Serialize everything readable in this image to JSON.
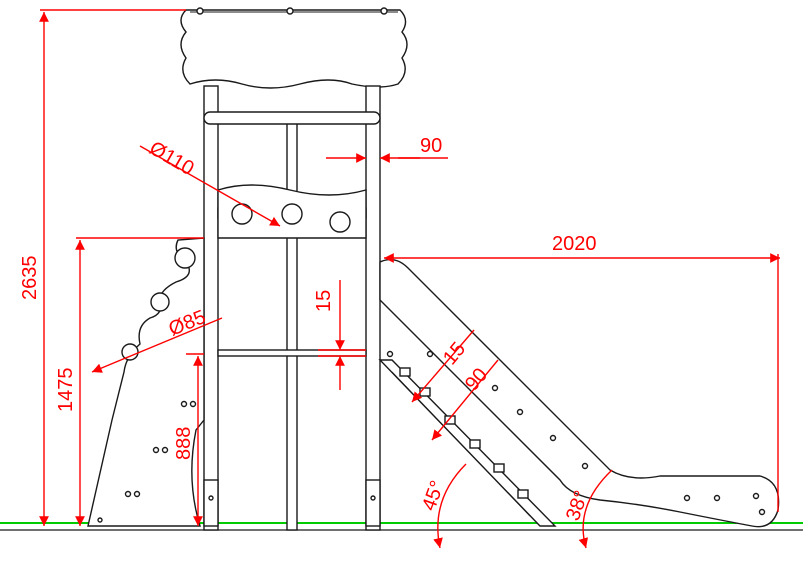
{
  "drawing": {
    "dimensions": {
      "total_height": "2635",
      "platform_height": "1475",
      "wall_height": "888",
      "hole_large": "Ø110",
      "hole_small": "Ø85",
      "post_width": "90",
      "rail_thickness": "15",
      "slide_length": "2020",
      "slide_wall_thickness": "15",
      "slide_wall_width": "90",
      "slide_angle_upper": "45°",
      "slide_angle_lower": "38°"
    },
    "colors": {
      "dimension": "#ff0000",
      "ground": "#00cc00",
      "outline": "#1a1a1a"
    }
  }
}
